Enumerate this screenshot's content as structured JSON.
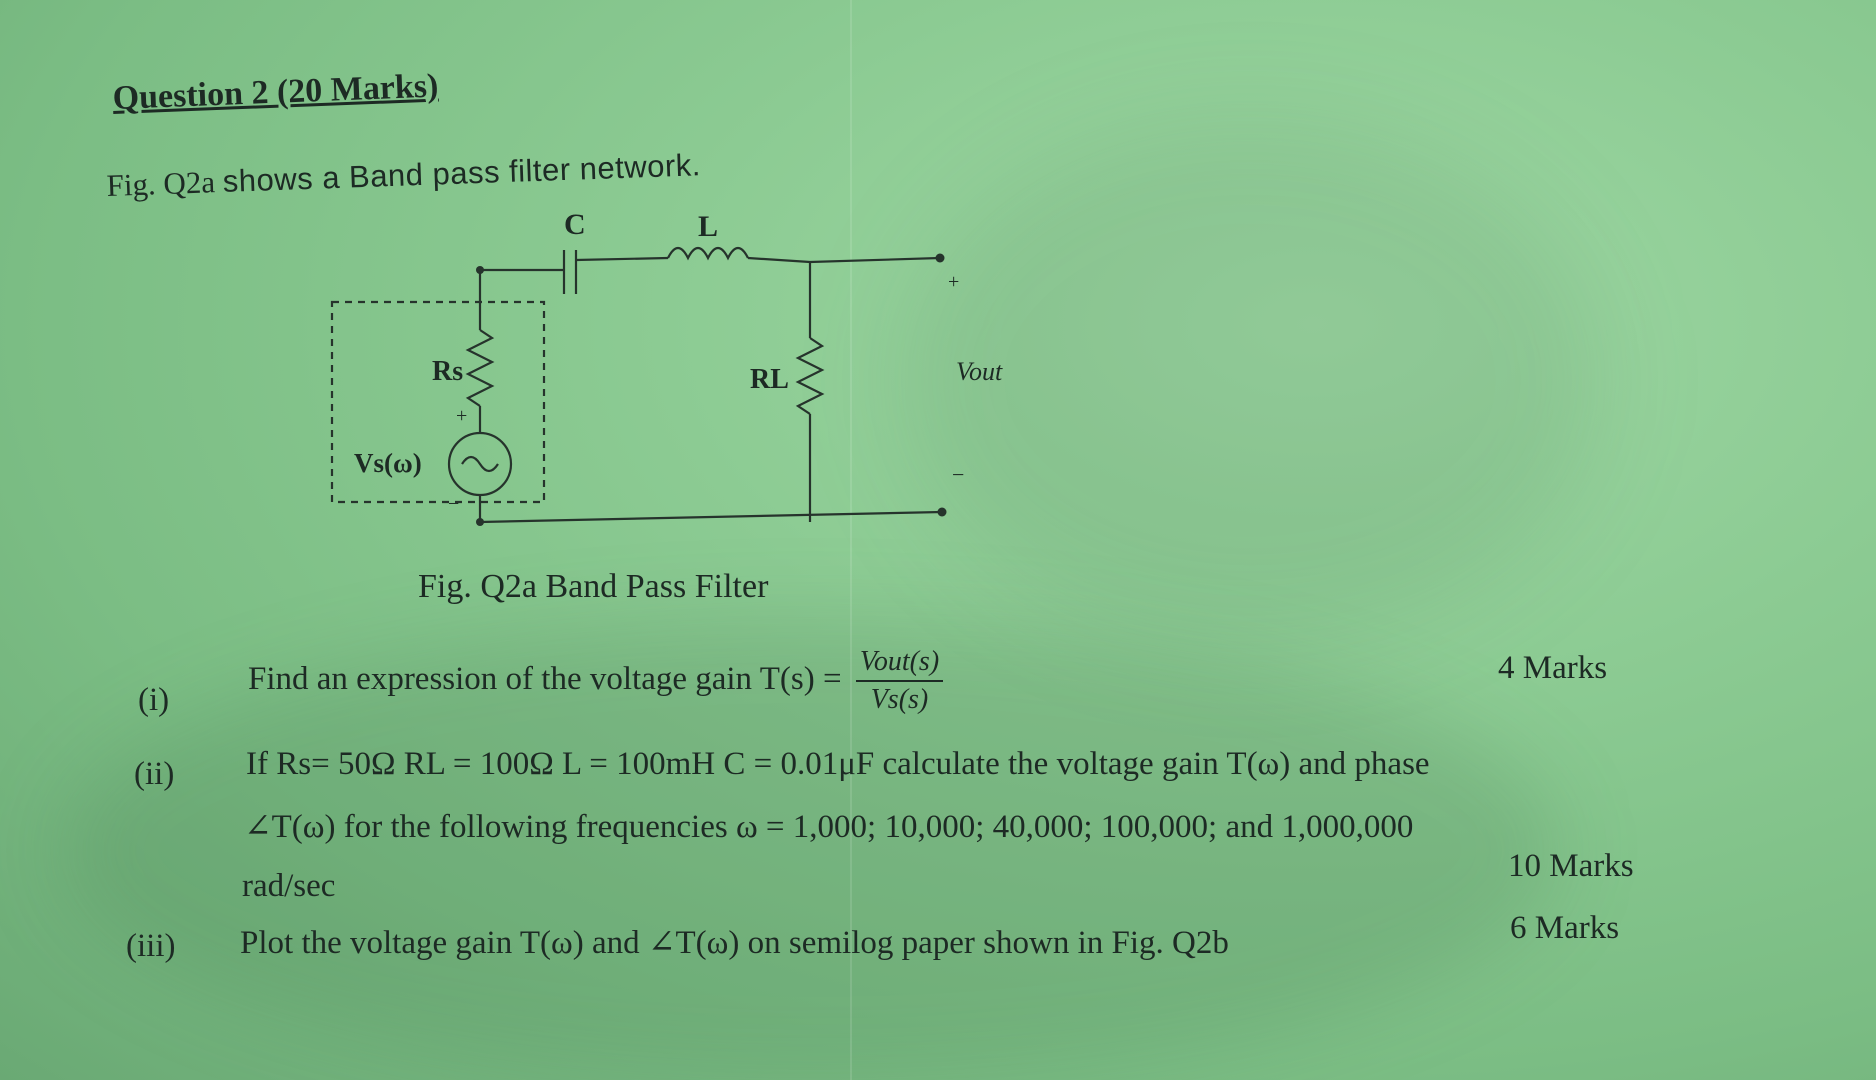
{
  "heading": "Question 2 (20 Marks)",
  "intro": {
    "fig": "Fig. Q2a",
    "rest": "shows a Band pass filter network."
  },
  "circuit": {
    "C": "C",
    "L": "L",
    "Rs": "Rs",
    "RL": "RL",
    "Vs": "Vs(ω)",
    "Vout": "Vout",
    "plus_src": "+",
    "minus_src": "−",
    "plus_out": "+",
    "minus_out": "−"
  },
  "caption": "Fig. Q2a Band Pass Filter",
  "questions": [
    {
      "num": "(i)",
      "text": "Find an expression of the voltage gain T(s) =",
      "frac_num": "Vout(s)",
      "frac_den": "Vs(s)",
      "marks": "4 Marks"
    },
    {
      "num": "(ii)",
      "line1": "If Rs= 50Ω RL = 100Ω L = 100mH C = 0.01μF calculate the voltage gain T(ω) and phase",
      "line2": "∠T(ω) for the following frequencies ω = 1,000; 10,000;  40,000; 100,000; and 1,000,000",
      "line3": "rad/sec",
      "marks": "10 Marks"
    },
    {
      "num": "(iii)",
      "text": "Plot the voltage gain T(ω) and ∠T(ω) on semilog paper shown in Fig. Q2b",
      "marks": "6 Marks"
    }
  ]
}
